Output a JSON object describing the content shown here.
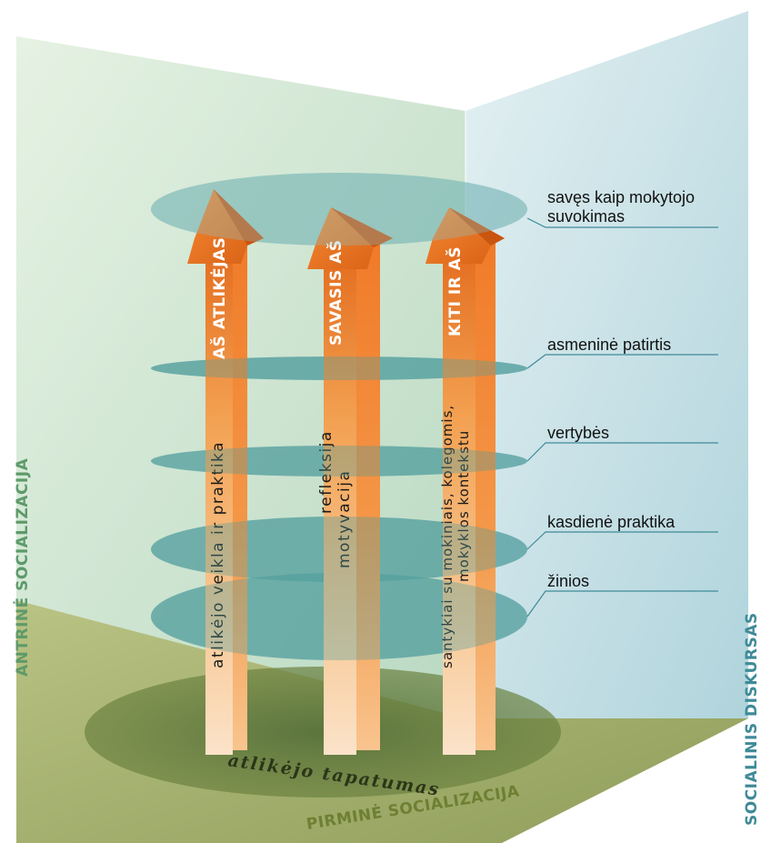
{
  "walls": {
    "left_label": "ANTRINĖ SOCIALIZACIJA",
    "right_label": "SOCIALINIS DISKURSAS",
    "floor_label": "PIRMINĖ SOCIALIZACIJA"
  },
  "floor_ellipse_label": "atlikėjo tapatumas",
  "levels": [
    {
      "label_line1": "savęs kaip mokytojo",
      "label_line2": "suvokimas"
    },
    {
      "label_line1": "asmeninė patirtis"
    },
    {
      "label_line1": "vertybės"
    },
    {
      "label_line1": "kasdienė praktika"
    },
    {
      "label_line1": "žinios"
    }
  ],
  "arrows": [
    {
      "title": "AŠ ATLIKĖJAS",
      "body_line1": "atlikėjo veikla ir praktika",
      "body_line2": ""
    },
    {
      "title": "SAVASIS AŠ",
      "body_line1": "refleksija",
      "body_line2": "motyvacija"
    },
    {
      "title": "KITI IR AŠ",
      "body_line1": "santykiai su mokiniais, kolegomis,",
      "body_line2": "mokyklos kontekstu"
    }
  ],
  "colors": {
    "left_wall": "#d6e9d8",
    "right_wall": "#c9e2e8",
    "floor": "#a7b47a",
    "ellipse": "#5fa8a8",
    "arrow_orange": "#f07a28",
    "label_green": "#5e9a6a",
    "label_teal": "#3f8a98",
    "label_olive": "#6f7f32"
  }
}
